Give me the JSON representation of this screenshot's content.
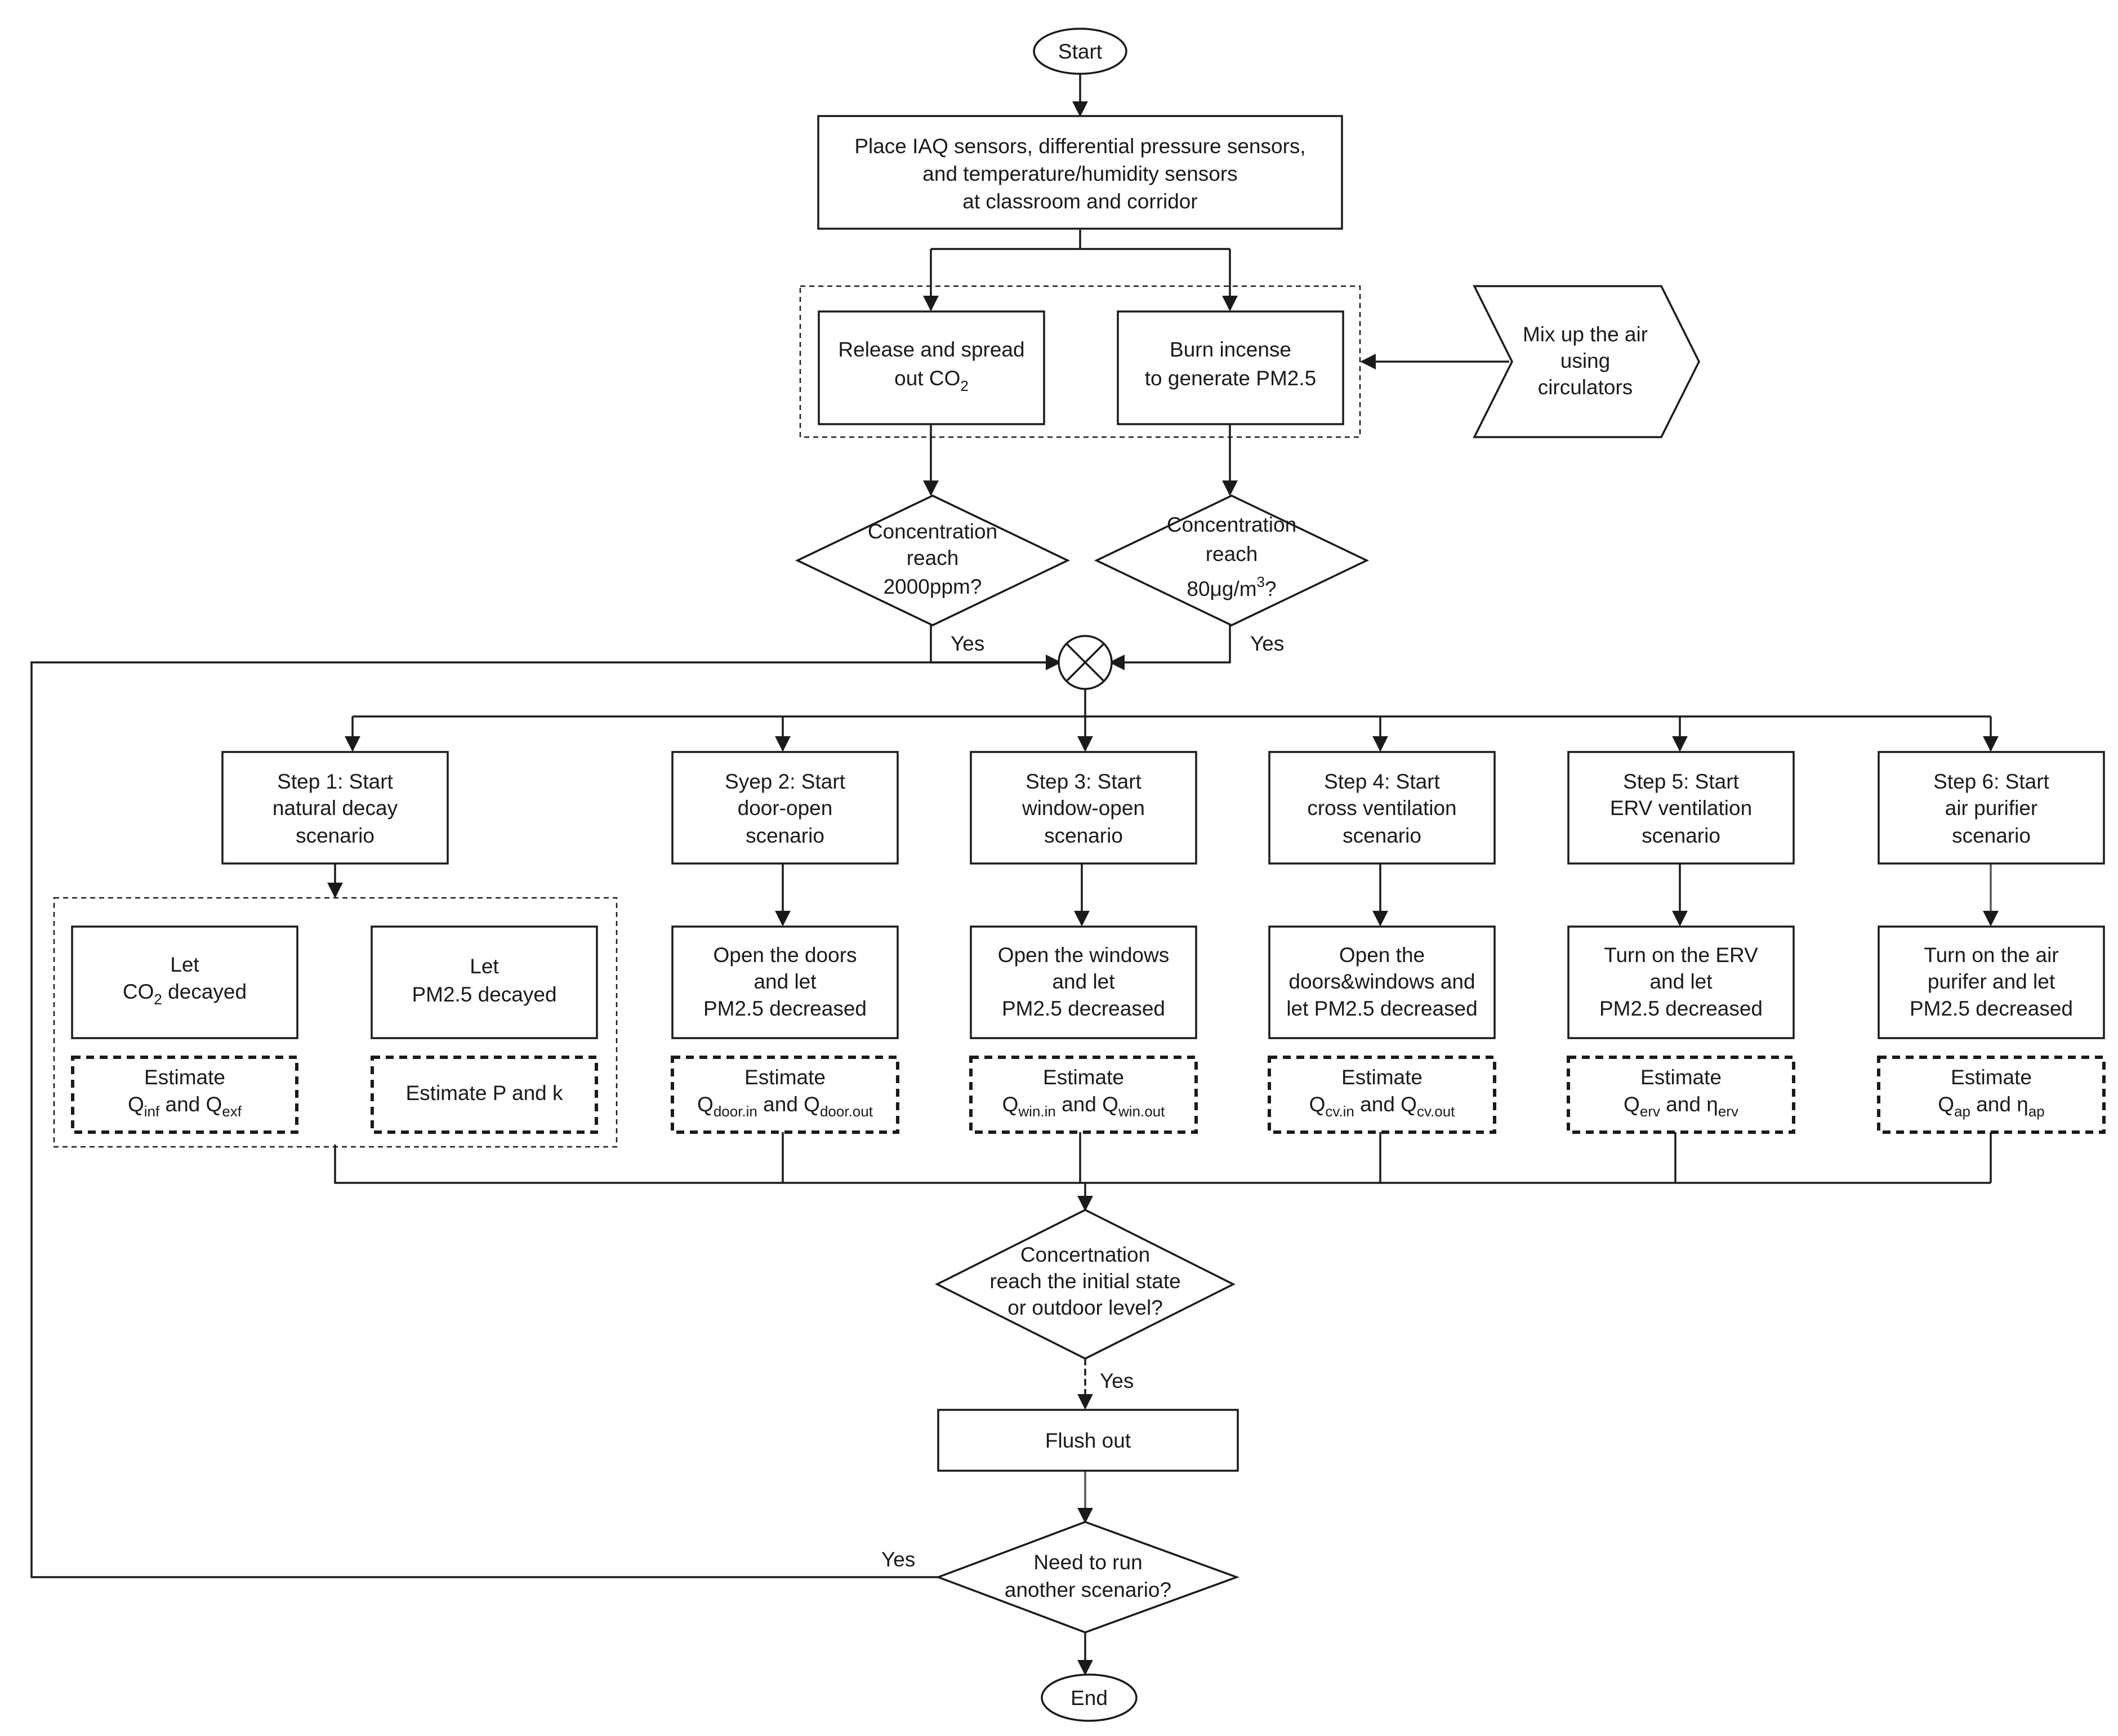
{
  "nodes": {
    "start": "Start",
    "place_sensors": [
      "Place IAQ sensors, differential pressure sensors,",
      "and temperature/humidity sensors",
      "at classroom and corridor"
    ],
    "release_co2": {
      "line1": "Release and spread",
      "line2_pre": "out CO",
      "line2_sub": "2"
    },
    "burn_incense": [
      "Burn incense",
      "to generate PM2.5"
    ],
    "mix_air": [
      "Mix up the air",
      "using",
      "circulators"
    ],
    "co2_check": {
      "line1": "Concentration",
      "line2": "reach",
      "line3": "2000ppm?"
    },
    "pm_check": {
      "line1": "Concentration",
      "line2": "reach",
      "line3_pre": "80μg/m",
      "line3_sup": "3",
      "line3_post": "?"
    },
    "step1": [
      "Step 1: Start",
      "natural decay",
      "scenario"
    ],
    "step2": [
      "Syep 2: Start",
      "door-open",
      "scenario"
    ],
    "step3": [
      "Step 3: Start",
      "window-open",
      "scenario"
    ],
    "step4": [
      "Step 4: Start",
      "cross ventilation",
      "scenario"
    ],
    "step5": [
      "Step 5: Start",
      "ERV ventilation",
      "scenario"
    ],
    "step6": [
      "Step 6: Start",
      "air purifier",
      "scenario"
    ],
    "let_co2": {
      "line1": "Let",
      "line2_pre": "CO",
      "line2_sub": "2",
      "line2_post": " decayed"
    },
    "let_pm": [
      "Let",
      "PM2.5 decayed"
    ],
    "open_doors": [
      "Open the doors",
      "and let",
      "PM2.5 decreased"
    ],
    "open_windows": [
      "Open the windows",
      "and let",
      "PM2.5 decreased"
    ],
    "open_both": [
      "Open the",
      "doors&windows and",
      "let PM2.5 decreased"
    ],
    "turn_erv": [
      "Turn on the ERV",
      "and let",
      "PM2.5 decreased"
    ],
    "turn_ap": [
      "Turn on the air",
      "purifer and let",
      "PM2.5 decreased"
    ],
    "est_q_inf": {
      "line1": "Estimate",
      "a": "Q",
      "a_sub": "inf",
      "mid": " and Q",
      "b_sub": "exf"
    },
    "est_pk": "Estimate P and k",
    "est_door": {
      "line1": "Estimate",
      "a": "Q",
      "a_sub": "door.in",
      "mid": " and Q",
      "b_sub": "door.out"
    },
    "est_win": {
      "line1": "Estimate",
      "a": "Q",
      "a_sub": "win.in",
      "mid": " and Q",
      "b_sub": "win.out"
    },
    "est_cv": {
      "line1": "Estimate",
      "a": "Q",
      "a_sub": "cv.in",
      "mid": " and Q",
      "b_sub": "cv.out"
    },
    "est_erv": {
      "line1": "Estimate",
      "a": "Q",
      "a_sub": "erv",
      "mid": " and η",
      "b_sub": "erv"
    },
    "est_ap": {
      "line1": "Estimate",
      "a": "Q",
      "a_sub": "ap",
      "mid": " and η",
      "b_sub": "ap"
    },
    "conc_check": [
      "Concertnation",
      "reach the initial state",
      "or outdoor level?"
    ],
    "flush": "Flush out",
    "another_check": [
      "Need to run",
      "another scenario?"
    ],
    "end": "End"
  },
  "edge_labels": {
    "co2_yes": "Yes",
    "pm_yes": "Yes",
    "conc_yes": "Yes",
    "another_yes": "Yes"
  }
}
